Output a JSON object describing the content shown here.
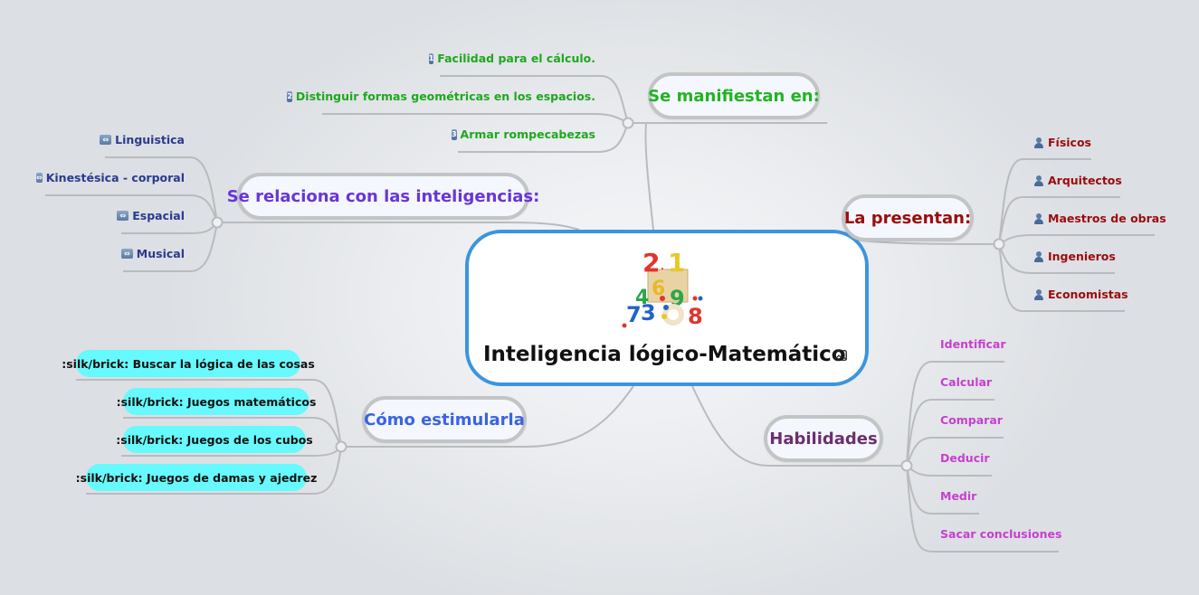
{
  "central": {
    "title": "Inteligencia lógico-Matemático",
    "image_alt": "numbers-toy-image",
    "image_icon": "image-icon",
    "border_color": "#3a95e0"
  },
  "branches": {
    "manifiestan": {
      "label": "Se manifiestan en:",
      "color": "#22b322",
      "items": [
        {
          "badge": "1",
          "label": "Facilidad para el cálculo."
        },
        {
          "badge": "2",
          "label": "Distinguir formas geométricas en los espacios."
        },
        {
          "badge": "3",
          "label": "Armar rompecabezas"
        }
      ]
    },
    "relaciona": {
      "label": "Se relaciona con las inteligencias:",
      "color": "#6a35d8",
      "items": [
        {
          "icon": "arrows-icon",
          "label": "Linguistica"
        },
        {
          "icon": "arrows-icon",
          "label": "Kinestésica - corporal"
        },
        {
          "icon": "arrows-icon",
          "label": "Espacial"
        },
        {
          "icon": "arrows-icon",
          "label": "Musical"
        }
      ]
    },
    "presentan": {
      "label": "La presentan:",
      "color": "#9b0c0c",
      "items": [
        {
          "icon": "person-icon",
          "label": "Físicos"
        },
        {
          "icon": "person-icon",
          "label": "Arquitectos"
        },
        {
          "icon": "person-icon",
          "label": "Maestros de obras"
        },
        {
          "icon": "person-icon",
          "label": "Ingenieros"
        },
        {
          "icon": "person-icon",
          "label": "Economistas"
        }
      ]
    },
    "habilidades": {
      "label": "Habilidades",
      "color": "#6b2f6e",
      "items": [
        {
          "label": "Identificar"
        },
        {
          "label": "Calcular"
        },
        {
          "label": "Comparar"
        },
        {
          "label": "Deducir"
        },
        {
          "label": "Medir"
        },
        {
          "label": "Sacar conclusiones"
        }
      ]
    },
    "estimularla": {
      "label": "Cómo estimularla",
      "color": "#3b63e6",
      "items": [
        {
          "label": ":silk/brick: Buscar la lógica de las cosas"
        },
        {
          "label": ":silk/brick: Juegos matemáticos"
        },
        {
          "label": ":silk/brick: Juegos de los cubos"
        },
        {
          "label": ":silk/brick: Juegos de damas y ajedrez"
        }
      ]
    }
  }
}
